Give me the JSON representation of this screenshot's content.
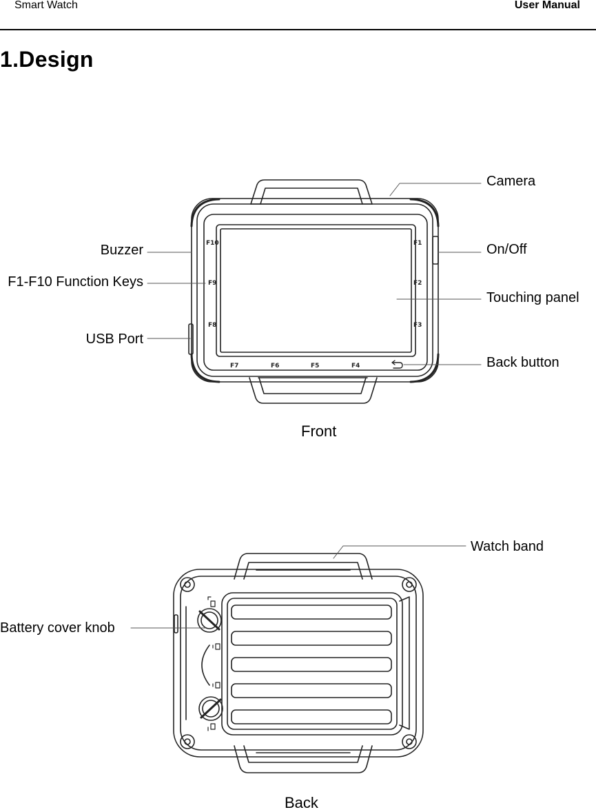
{
  "header": {
    "left": "Smart Watch",
    "right": "User Manual"
  },
  "section": {
    "title": "1.Design"
  },
  "front": {
    "caption": "Front",
    "labels": {
      "camera": "Camera",
      "on_off": "On/Off",
      "touching_panel": "Touching panel",
      "back_button": "Back button",
      "buzzer": "Buzzer",
      "function_keys": "F1-F10 Function Keys",
      "usb_port": "USB Port"
    },
    "keys": {
      "f1": "F1",
      "f2": "F2",
      "f3": "F3",
      "f4": "F4",
      "f5": "F5",
      "f6": "F6",
      "f7": "F7",
      "f8": "F8",
      "f9": "F9",
      "f10": "F10"
    }
  },
  "back": {
    "caption": "Back",
    "labels": {
      "watch_band": "Watch band",
      "battery_cover_knob": "Battery cover knob"
    }
  }
}
